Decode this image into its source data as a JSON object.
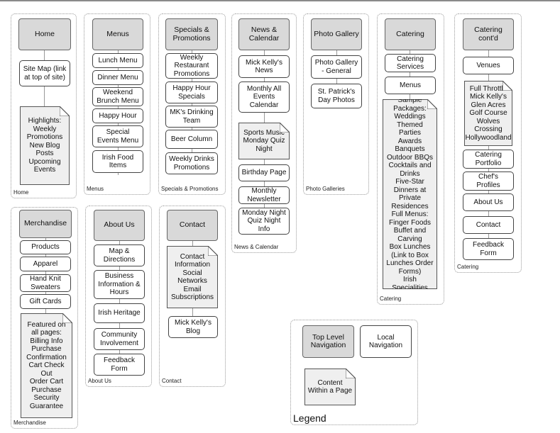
{
  "groups": [
    {
      "label": "Home",
      "top": "Home",
      "items": [
        "Site Map (link at top of site)"
      ],
      "content": [
        "Highlights:",
        "Weekly Promotions",
        "New Blog Posts",
        "Upcoming Events"
      ]
    },
    {
      "label": "Menus",
      "top": "Menus",
      "items": [
        "Lunch Menu",
        "Dinner Menu",
        "Weekend Brunch Menu",
        "Happy Hour",
        "Special Events Menu",
        "Irish Food Items"
      ]
    },
    {
      "label": "Specials & Promotions",
      "top": "Specials & Promotions",
      "items": [
        "Weekly Restaurant Promotions",
        "Happy Hour Specials",
        "MK's Drinking Team",
        "Beer Column",
        "Weekly Drinks Promotions"
      ]
    },
    {
      "label": "News & Calendar",
      "top": "News & Calendar",
      "items": [
        "Mick Kelly's News",
        "Monthly All Events Calendar",
        "Birthday Page",
        "Monthly Newsletter",
        "Monday Night Quiz Night Info"
      ],
      "content": [
        "Sports Music Monday Quiz Night"
      ]
    },
    {
      "label": "Photo Galleries",
      "top": "Photo Gallery",
      "items": [
        "Photo Gallery - General",
        "St. Patrick's Day Photos"
      ]
    },
    {
      "label": "Catering",
      "top": "Catering",
      "items": [
        "Catering Services",
        "Menus"
      ],
      "content": [
        "Sample Packages:",
        "Weddings",
        "Themed Parties",
        "Awards Banquets",
        "Outdoor BBQs",
        "Cocktails and Drinks",
        "Five-Star Dinners at Private Residences",
        "Full Menus:",
        "Finger Foods",
        "Buffet and Carving",
        "Box Lunches (Link to Box Lunches Order Forms)",
        "Irish Specialities"
      ]
    },
    {
      "label": "Catering",
      "top": "Catering cont'd",
      "items": [
        "Venues",
        "Catering Portfolio",
        "Chef's Profiles",
        "About Us",
        "Contact",
        "Feedback Form"
      ],
      "content": [
        "Full Throttle",
        "Mick Kelly's Glen Acres Golf Course",
        "Wolves Crossing",
        "Hollywoodland"
      ]
    },
    {
      "label": "Merchandise",
      "top": "Merchandise",
      "items": [
        "Products",
        "Apparel",
        "Hand Knit Sweaters",
        "Gift Cards"
      ],
      "content": [
        "Featured on all pages:",
        "Billing Info",
        "Purchase Confirmation",
        "Cart Check Out",
        "Order Cart",
        "Purchase Security Guarantee"
      ]
    },
    {
      "label": "About Us",
      "top": "About Us",
      "items": [
        "Map & Directions",
        "Business Information & Hours",
        "Irish Heritage",
        "Community Involvement",
        "Feedback Form"
      ]
    },
    {
      "label": "Contact",
      "top": "Contact",
      "items": [
        "Mick Kelly's Blog"
      ],
      "content": [
        "Contact Information",
        "Social Networks",
        "Email Subscriptions"
      ]
    }
  ],
  "legend": {
    "title": "Legend",
    "top_level": "Top Level Navigation",
    "local": "Local Navigation",
    "content": "Content Within a Page"
  }
}
